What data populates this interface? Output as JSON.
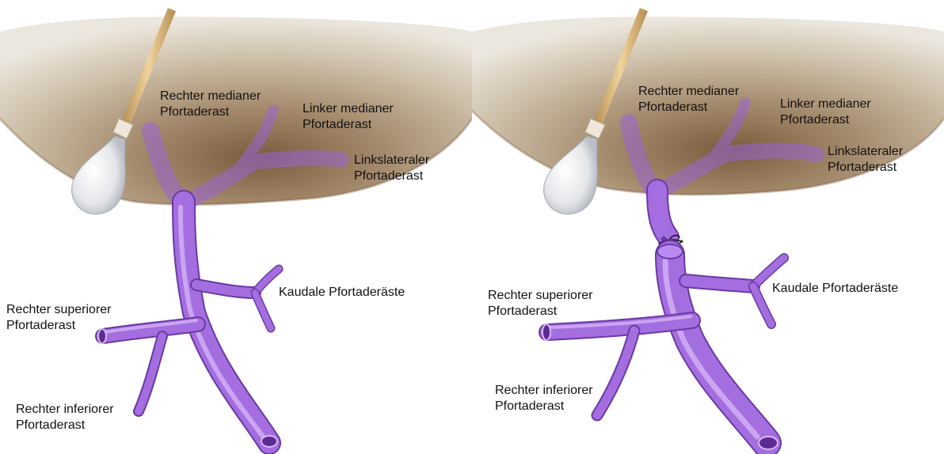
{
  "colors": {
    "vein_fill": "#a46ee0",
    "vein_edge": "#6a3aa4",
    "vein_highlight": "#d7b8f6",
    "vein_lumen": "#5b2b93",
    "liver_tissue": "#c8b9a2",
    "liver_shadow": "#8a6f52",
    "swab_stick": "#d8b47a",
    "swab_cotton": "#eef0f3",
    "ligature": "#1a1a1a"
  },
  "left_panel": {
    "labels": {
      "right_median": [
        "Rechter medianer",
        "Pfortaderast"
      ],
      "left_median": [
        "Linker medianer",
        "Pfortaderast"
      ],
      "left_lateral": [
        "Linkslateraler",
        "Pfortaderast"
      ],
      "caudal": [
        "Kaudale Pfortaderäste"
      ],
      "right_superior": [
        "Rechter superiorer",
        "Pfortaderast"
      ],
      "right_inferior": [
        "Rechter inferiorer",
        "Pfortaderast"
      ]
    }
  },
  "right_panel": {
    "labels": {
      "right_median": [
        "Rechter medianer",
        "Pfortaderast"
      ],
      "left_median": [
        "Linker medianer",
        "Pfortaderast"
      ],
      "left_lateral": [
        "Linkslateraler",
        "Pfortaderast"
      ],
      "caudal": [
        "Kaudale Pfortaderäste"
      ],
      "right_superior": [
        "Rechter superiorer",
        "Pfortaderast"
      ],
      "right_inferior": [
        "Rechter inferiorer",
        "Pfortaderast"
      ]
    }
  }
}
